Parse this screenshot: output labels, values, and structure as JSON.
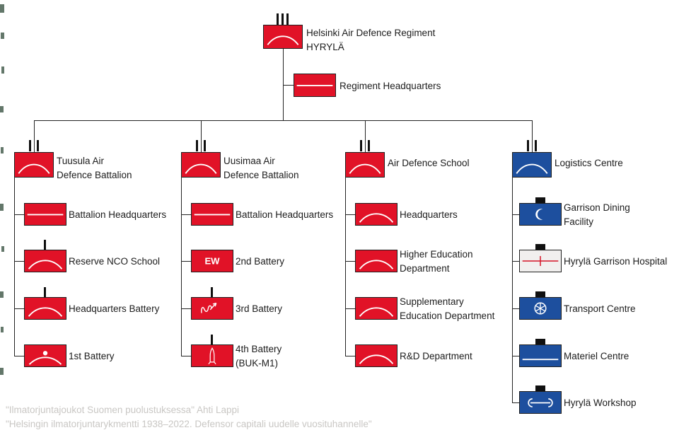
{
  "diagram": {
    "root": {
      "line1": "Helsinki Air Defence Regiment",
      "line2": "HYRYLÄ"
    },
    "regiment_hq": {
      "label": "Regiment Headquarters"
    },
    "columns": [
      {
        "head": {
          "line1": "Tuusula Air",
          "line2": "Defence Battalion"
        },
        "units": [
          {
            "label": "Battalion Headquarters"
          },
          {
            "label": "Reserve NCO School"
          },
          {
            "label": "Headquarters Battery"
          },
          {
            "label": "1st Battery"
          }
        ]
      },
      {
        "head": {
          "line1": "Uusimaa Air",
          "line2": "Defence Battalion"
        },
        "units": [
          {
            "label": "Battalion Headquarters"
          },
          {
            "label": "2nd Battery",
            "symbol_text": "EW"
          },
          {
            "label": "3rd Battery"
          },
          {
            "line1": "4th Battery",
            "line2": "(BUK-M1)"
          }
        ]
      },
      {
        "head": {
          "line1": "Air Defence School"
        },
        "units": [
          {
            "label": "Headquarters"
          },
          {
            "line1": "Higher Education",
            "line2": "Department"
          },
          {
            "line1": "Supplementary",
            "line2": "Education Department"
          },
          {
            "label": "R&D Department"
          }
        ]
      },
      {
        "head": {
          "line1": "Logistics Centre"
        },
        "units": [
          {
            "line1": "Garrison Dining",
            "line2": "Facility"
          },
          {
            "label": "Hyrylä Garrison Hospital"
          },
          {
            "label": "Transport Centre"
          },
          {
            "label": "Materiel Centre"
          },
          {
            "label": "Hyrylä Workshop"
          }
        ]
      }
    ]
  },
  "footer": {
    "line1": "\"Ilmatorjuntajoukot Suomen puolustuksessa\"  Ahti Lappi",
    "line2": "\"Helsingin ilmatorjuntarykmentti 1938–2022. Defensor capitali uudelle vuosituhannelle\""
  },
  "colors": {
    "unit_red": "#e11227",
    "unit_blue": "#1d4f9e",
    "hospital_fill": "#f1efee",
    "connector": "#232323",
    "watermark": "#c9c7c4"
  }
}
